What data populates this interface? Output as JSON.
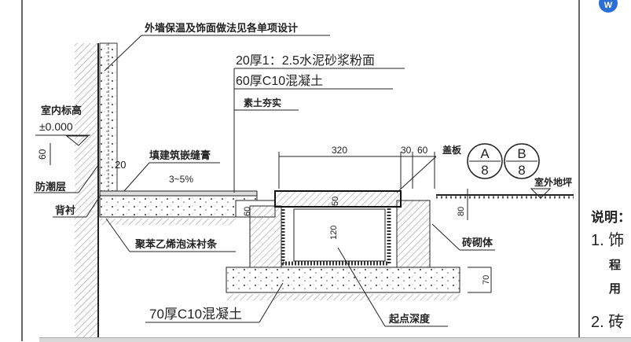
{
  "drawing": {
    "labels": {
      "wall_finish": "外墙保温及饰面做法见各单项设计",
      "mortar": "20厚1：2.5水泥砂浆粉面",
      "concrete_60": "60厚C10混凝土",
      "soil": "素土夯实",
      "indoor_level": "室内标高",
      "indoor_level_value": "±0.000",
      "sealant": "填建筑嵌缝膏",
      "slope": "3~5%",
      "damp_proof": "防潮层",
      "backing": "背衬",
      "foam_strip": "聚苯乙烯泡沫衬条",
      "concrete_70": "70厚C10混凝土",
      "start_depth": "起点深度",
      "brick": "砖砌体",
      "cover": "盖板",
      "outdoor_ground": "室外地坪"
    },
    "dimensions": {
      "d60_left": "60",
      "d20": "20",
      "d60_slab": "60",
      "d320": "320",
      "d30": "30",
      "d60_top": "60",
      "d50": "50",
      "d120": "120",
      "d80": "80",
      "d70": "70"
    },
    "section_marks": [
      {
        "letter": "A",
        "sheet": "8"
      },
      {
        "letter": "B",
        "sheet": "8"
      }
    ]
  },
  "notes": {
    "title": "说明：",
    "line1": "1. 饰",
    "line1b": "程",
    "line1c": "用",
    "line2": "2. 砖"
  },
  "app_icon": {
    "name": "word-icon",
    "label": "W",
    "color": "#2b6fd6"
  }
}
